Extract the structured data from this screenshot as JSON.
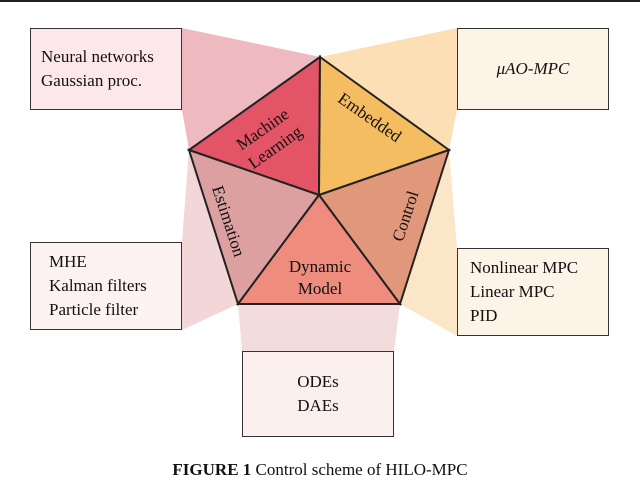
{
  "diagram": {
    "segments": {
      "machine_learning": {
        "lines": [
          "Machine",
          "Learning"
        ],
        "color": "#e25466"
      },
      "embedded": {
        "label": "Embedded",
        "color": "#f5bd62"
      },
      "control": {
        "label": "Control",
        "color": "#e0977a"
      },
      "dynamic_model": {
        "lines": [
          "Dynamic",
          "Model"
        ],
        "color": "#ee8c7e"
      },
      "estimation": {
        "label": "Estimation",
        "color": "#dca0a0"
      }
    },
    "boxes": {
      "machine_learning": [
        "Neural networks",
        "Gaussian proc."
      ],
      "embedded": [
        "μAO-MPC"
      ],
      "estimation": [
        "MHE",
        "Kalman filters",
        "Particle filter"
      ],
      "control": [
        "Nonlinear MPC",
        "Linear MPC",
        "PID"
      ],
      "dynamic_model": [
        "ODEs",
        "DAEs"
      ]
    },
    "funnel_colors": {
      "machine_learning": "#eebac0",
      "embedded": "#fcdfb4",
      "control": "#fbe6c8",
      "estimation": "#f2d6d8",
      "dynamic_model": "#f3dcdc"
    }
  },
  "caption": {
    "label": "FIGURE 1",
    "text": "Control scheme of HILO-MPC"
  }
}
